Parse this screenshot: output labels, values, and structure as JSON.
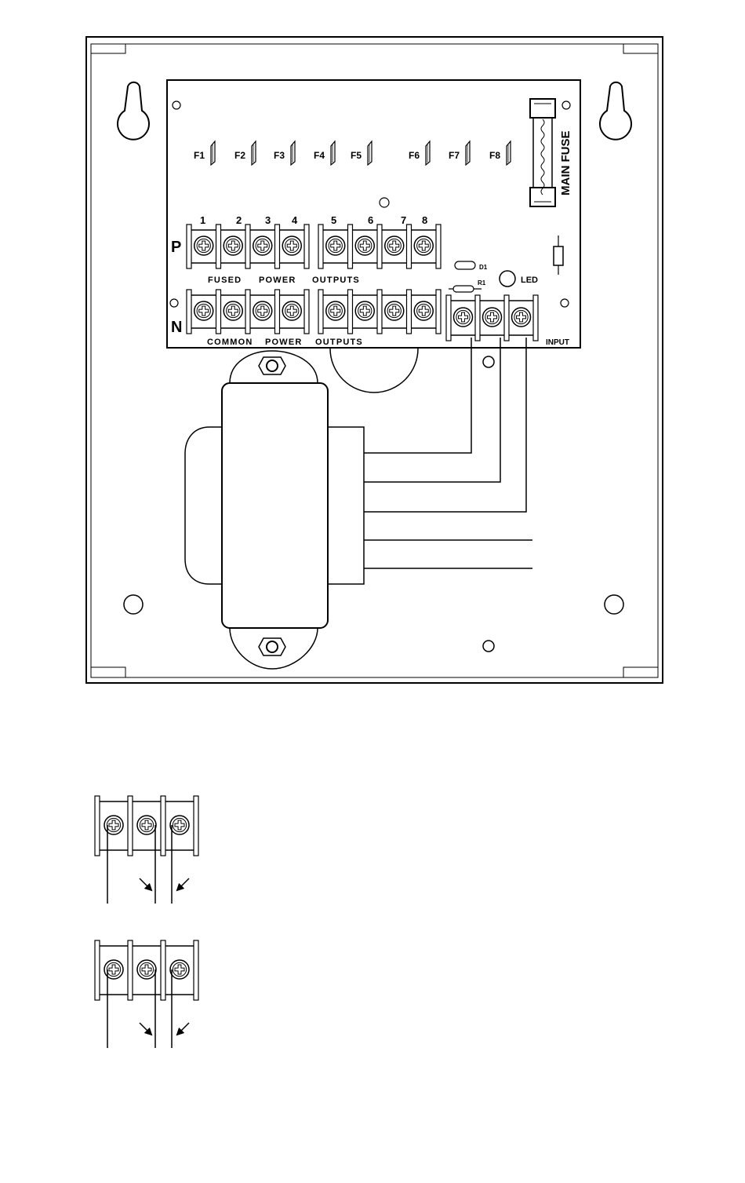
{
  "board": {
    "fuse_labels": [
      "F1",
      "F2",
      "F3",
      "F4",
      "F5",
      "F6",
      "F7",
      "F8"
    ],
    "output_numbers": [
      "1",
      "2",
      "3",
      "4",
      "5",
      "6",
      "7",
      "8"
    ],
    "row_p_label": "P",
    "row_n_label": "N",
    "p_row_caption": [
      "FUSED",
      "POWER",
      "OUTPUTS"
    ],
    "n_row_caption": [
      "COMMON",
      "POWER",
      "OUTPUTS"
    ],
    "main_fuse_label": "MAIN FUSE",
    "diode_label": "D1",
    "resistor_label": "R1",
    "led_label": "LED",
    "input_label": "INPUT"
  },
  "wiring_examples": [
    {
      "terminals": 3,
      "arrows": 2
    },
    {
      "terminals": 3,
      "arrows": 2
    }
  ]
}
